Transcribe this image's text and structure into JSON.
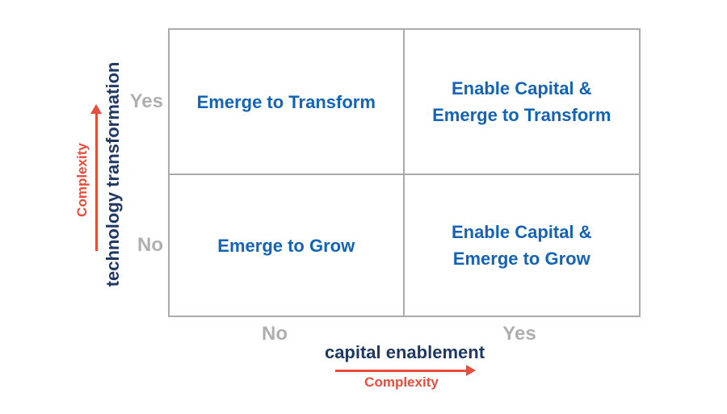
{
  "title": "capital enablement vs technology transformation quadrant matrix",
  "colors": {
    "navy_axis_title": "#1F3864",
    "blue_quadrant_text": "#1364B8",
    "red_complexity": "#E74C3C",
    "gray_tick": "#AFAFAF",
    "grid_border": "#ABABAB"
  },
  "y_axis": {
    "title": "technology transformation",
    "complexity_label": "Complexity",
    "arrow_direction": "up",
    "ticks": [
      {
        "label": "Yes",
        "position": "top"
      },
      {
        "label": "No",
        "position": "bottom"
      }
    ]
  },
  "x_axis": {
    "title": "capital enablement",
    "complexity_label": "Complexity",
    "arrow_direction": "right",
    "ticks": [
      {
        "label": "No",
        "position": "left"
      },
      {
        "label": "Yes",
        "position": "right"
      }
    ]
  },
  "quadrants": [
    {
      "position": "top-left",
      "label": "Emerge to Transform"
    },
    {
      "position": "top-right",
      "label": "Enable Capital &\nEmerge to Transform"
    },
    {
      "position": "bottom-left",
      "label": "Emerge to Grow"
    },
    {
      "position": "bottom-right",
      "label": "Enable Capital &\nEmerge to Grow"
    }
  ]
}
